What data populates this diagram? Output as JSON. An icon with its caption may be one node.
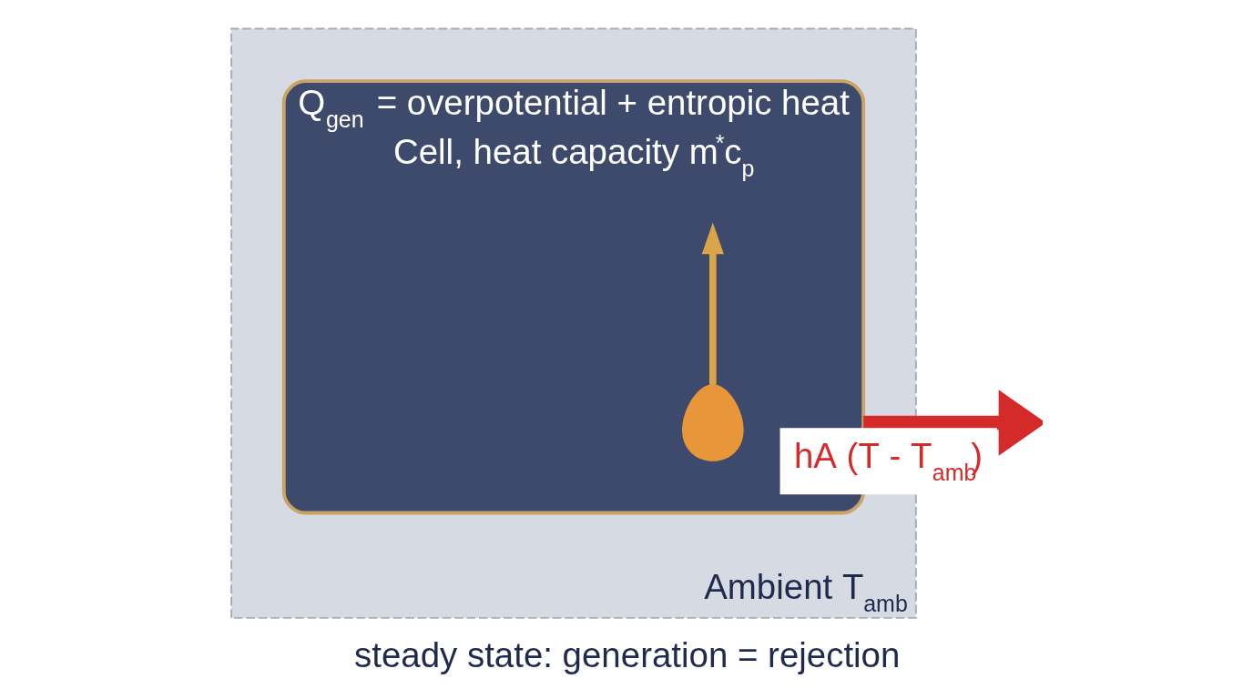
{
  "diagram": {
    "caption": "steady state: generation = rejection",
    "nodes": [
      {
        "text": [
          "Ambient T$_{amb}$"
        ]
      },
      {
        "text": [
          "Q$_{gen}$ = overpotential + entropic heat",
          "Cell, heat capacity m$^{*}$c$_{p}$"
        ],
        "in": 0
      },
      {
        "text": [],
        "shape": "flame",
        "in": 1
      }
    ],
    "edges": [
      {
        "from": 2,
        "to": null,
        "arrow": "to",
        "color": "#d9a548"
      },
      {
        "from": 1,
        "to": null,
        "arrow": "to",
        "label": "hA (T - T$_{amb}$)",
        "style": "thick",
        "color": "#d42a2a"
      }
    ]
  }
}
